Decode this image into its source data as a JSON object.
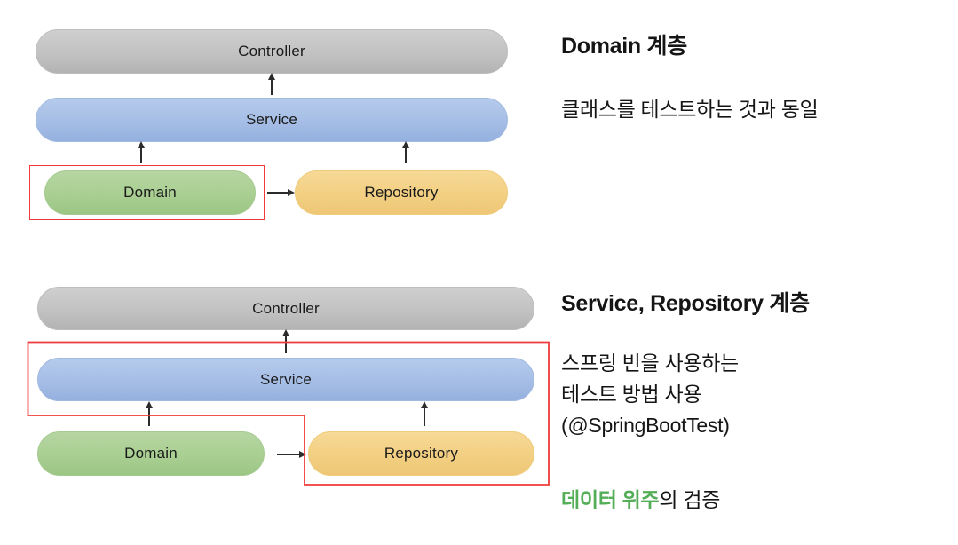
{
  "slide": {
    "background": "#ffffff",
    "accent_green": "#54ad57",
    "highlight_red": "#ef3b3b"
  },
  "diagrams": [
    {
      "id": "domain-layer-diagram",
      "nodes": [
        {
          "key": "controller",
          "label": "Controller",
          "color": "#c2c2c2",
          "style": "gray"
        },
        {
          "key": "service",
          "label": "Service",
          "color": "#a6bee6",
          "style": "blue"
        },
        {
          "key": "domain",
          "label": "Domain",
          "color": "#a9cf92",
          "style": "green"
        },
        {
          "key": "repository",
          "label": "Repository",
          "color": "#f2cf82",
          "style": "orange"
        }
      ],
      "arrows": [
        {
          "from": "service",
          "to": "controller",
          "direction": "up"
        },
        {
          "from": "domain",
          "to": "service",
          "direction": "up"
        },
        {
          "from": "repository",
          "to": "service",
          "direction": "up"
        },
        {
          "from": "domain",
          "to": "repository",
          "direction": "right"
        }
      ],
      "highlight": {
        "shape": "rect",
        "targets": [
          "domain"
        ]
      }
    },
    {
      "id": "service-repository-layer-diagram",
      "nodes": [
        {
          "key": "controller",
          "label": "Controller",
          "color": "#c2c2c2",
          "style": "gray"
        },
        {
          "key": "service",
          "label": "Service",
          "color": "#a6bee6",
          "style": "blue"
        },
        {
          "key": "domain",
          "label": "Domain",
          "color": "#a9cf92",
          "style": "green"
        },
        {
          "key": "repository",
          "label": "Repository",
          "color": "#f2cf82",
          "style": "orange"
        }
      ],
      "arrows": [
        {
          "from": "service",
          "to": "controller",
          "direction": "up"
        },
        {
          "from": "domain",
          "to": "service",
          "direction": "up"
        },
        {
          "from": "repository",
          "to": "service",
          "direction": "up"
        },
        {
          "from": "domain",
          "to": "repository",
          "direction": "right"
        }
      ],
      "highlight": {
        "shape": "l-shape",
        "targets": [
          "service",
          "repository"
        ]
      }
    }
  ],
  "notes": [
    {
      "id": "domain-note",
      "heading": "Domain 계층",
      "lines": [
        "클래스를 테스트하는 것과 동일"
      ]
    },
    {
      "id": "service-repository-note",
      "heading": "Service, Repository 계층",
      "lines": [
        "스프링 빈을 사용하는",
        "테스트 방법 사용",
        "(@SpringBootTest)"
      ],
      "accent_line": {
        "accent_text": "데이터 위주",
        "rest_text": "의 검증"
      }
    }
  ]
}
